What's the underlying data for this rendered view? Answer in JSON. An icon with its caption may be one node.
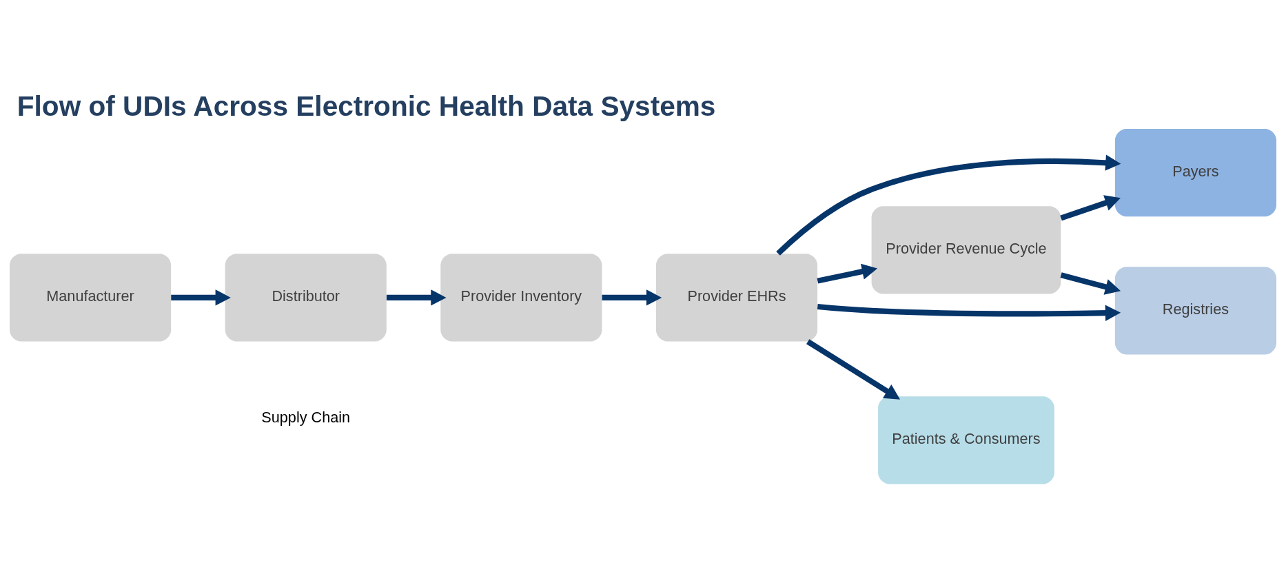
{
  "diagram": {
    "title": "Flow of UDIs Across Electronic Health Data Systems",
    "nodes": [
      {
        "text": [
          "Manufacturer"
        ]
      },
      {
        "text": [
          "Distributor"
        ]
      },
      {
        "text": [
          "Provider Inventory"
        ]
      },
      {
        "text": [
          "Provider EHRs"
        ]
      },
      {
        "text": [
          "Provider Revenue Cycle"
        ]
      },
      {
        "text": [
          "Payers"
        ]
      },
      {
        "text": [
          "Registries"
        ]
      },
      {
        "text": [
          "Patients & Consumers"
        ]
      }
    ],
    "edges": [
      {
        "from": 0,
        "to": 1,
        "arrow": "to"
      },
      {
        "from": 1,
        "to": 2,
        "arrow": "to"
      },
      {
        "from": 2,
        "to": 3,
        "arrow": "to"
      },
      {
        "from": 3,
        "to": 4,
        "arrow": "to"
      },
      {
        "from": 3,
        "to": 5,
        "arrow": "to"
      },
      {
        "from": 3,
        "to": 6,
        "arrow": "to"
      },
      {
        "from": 3,
        "to": 7,
        "arrow": "to"
      },
      {
        "from": 4,
        "to": 5,
        "arrow": "to"
      },
      {
        "from": 4,
        "to": 6,
        "arrow": "to"
      }
    ],
    "labels": [
      "Supply Chain"
    ]
  }
}
